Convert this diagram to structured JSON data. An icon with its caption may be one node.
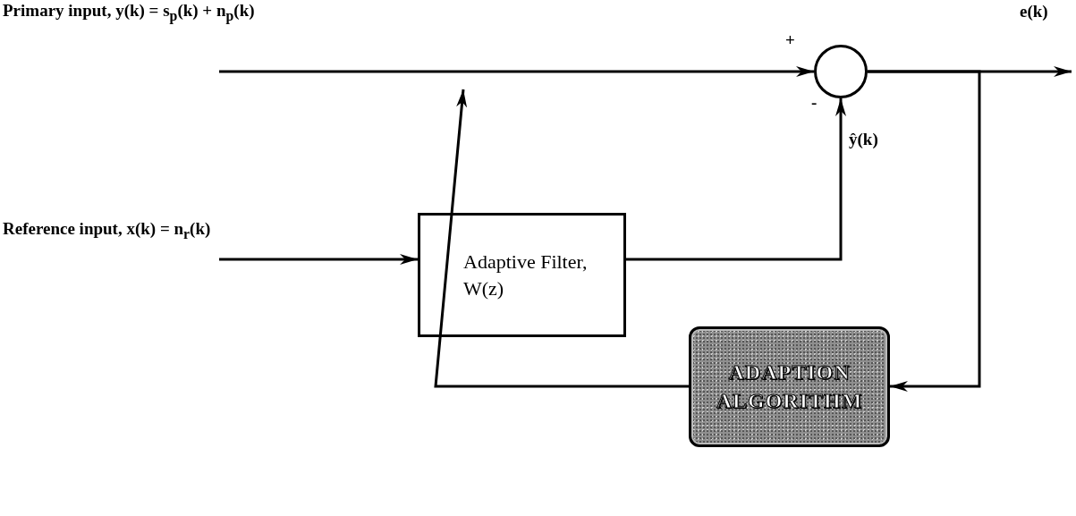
{
  "diagram": {
    "nodes": [
      {
        "text": [
          "Primary input, y(k) = s$_{p}$(k) + n$_{p}$(k)"
        ]
      },
      {
        "text": [],
        "shape": "circle"
      },
      {
        "text": [
          "Reference input, x(k) = n$_{r}$(k)"
        ]
      },
      {
        "text": [
          "Adaptive Filter, W(z)"
        ]
      },
      {
        "text": [
          "ADAPTION ALGORITHM"
        ]
      }
    ],
    "edges": [
      {
        "from": 0,
        "to": 1,
        "arrow": "to"
      },
      {
        "from": 2,
        "to": 3,
        "arrow": "to"
      },
      {
        "from": 3,
        "to": 1,
        "arrow": "to",
        "label": "ŷ(k)"
      },
      {
        "from": 1,
        "to": null,
        "arrow": "to",
        "label": "e(k)"
      },
      {
        "from": 1,
        "to": 4,
        "arrow": "to"
      },
      {
        "from": 4,
        "to": null,
        "arrow": "to"
      }
    ],
    "labels": [
      "+",
      "-"
    ]
  }
}
